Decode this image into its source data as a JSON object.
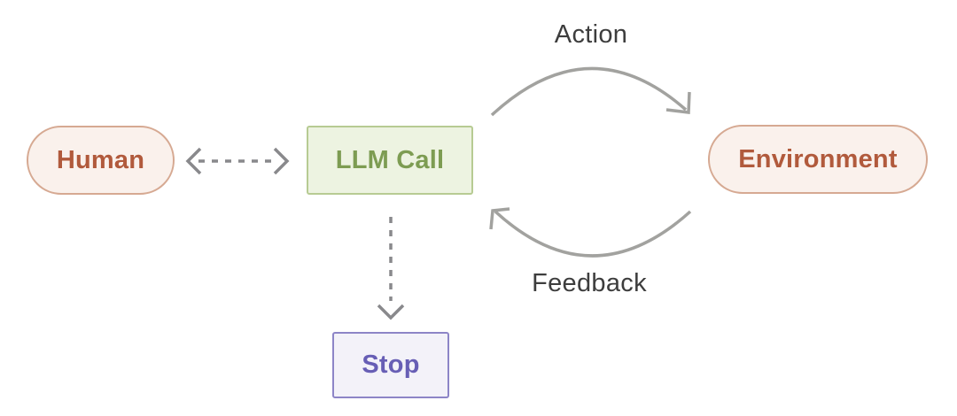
{
  "diagram": {
    "title": "agent-loop-diagram",
    "nodes": {
      "human": {
        "label": "Human",
        "shape": "pill"
      },
      "llm_call": {
        "label": "LLM Call",
        "shape": "rect"
      },
      "environment": {
        "label": "Environment",
        "shape": "pill"
      },
      "stop": {
        "label": "Stop",
        "shape": "rect"
      }
    },
    "edge_labels": {
      "action": "Action",
      "feedback": "Feedback"
    },
    "edges": [
      {
        "from": "human",
        "to": "llm_call",
        "style": "dashed",
        "direction": "both"
      },
      {
        "from": "llm_call",
        "to": "environment",
        "style": "solid-curve",
        "label": "Action"
      },
      {
        "from": "environment",
        "to": "llm_call",
        "style": "solid-curve",
        "label": "Feedback"
      },
      {
        "from": "llm_call",
        "to": "stop",
        "style": "dashed",
        "direction": "down"
      }
    ]
  },
  "colors": {
    "bg": "#ffffff",
    "peach_fill": "#faf1ec",
    "peach_border": "#d6a992",
    "rust_text": "#b15a3c",
    "green_fill": "#edf3e1",
    "green_border": "#b7cb93",
    "green_text": "#7d9c52",
    "lavender_fill": "#f3f2f9",
    "lavender_border": "#8d85c7",
    "purple_text": "#675eb5",
    "curve_color": "#a2a29f",
    "dash_color": "#89898c",
    "label_text": "#3d3d3d"
  }
}
